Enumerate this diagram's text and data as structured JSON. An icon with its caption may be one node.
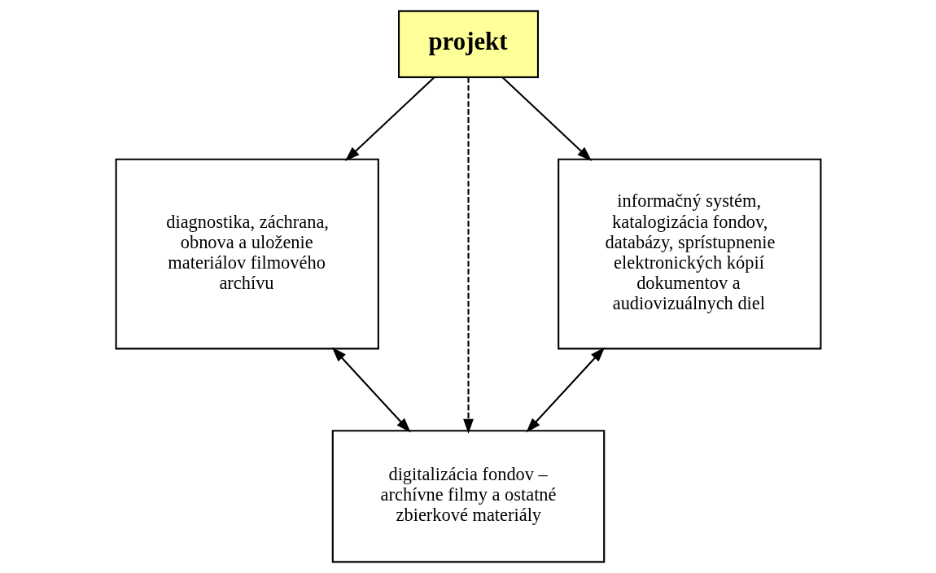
{
  "diagram": {
    "nodes": [
      {
        "text": [
          "projekt"
        ]
      },
      {
        "text": [
          "diagnostika, záchrana, obnova a uloženie materiálov filmového archívu"
        ]
      },
      {
        "text": [
          "informačný systém, katalogizácia fondov, databázy, sprístupnenie elektronických kópií dokumentov a audiovizuálnych diel"
        ]
      },
      {
        "text": [
          "digitalizácia fondov – archívne filmy a ostatné zbierkové materiály"
        ]
      }
    ],
    "edges": [
      {
        "from": 0,
        "to": 1,
        "arrow": "to"
      },
      {
        "from": 0,
        "to": 2,
        "arrow": "to"
      },
      {
        "from": 0,
        "to": 3,
        "arrow": "to",
        "style": "dashed"
      },
      {
        "from": 1,
        "to": 3,
        "arrow": "both"
      },
      {
        "from": 2,
        "to": 3,
        "arrow": "both"
      }
    ]
  }
}
